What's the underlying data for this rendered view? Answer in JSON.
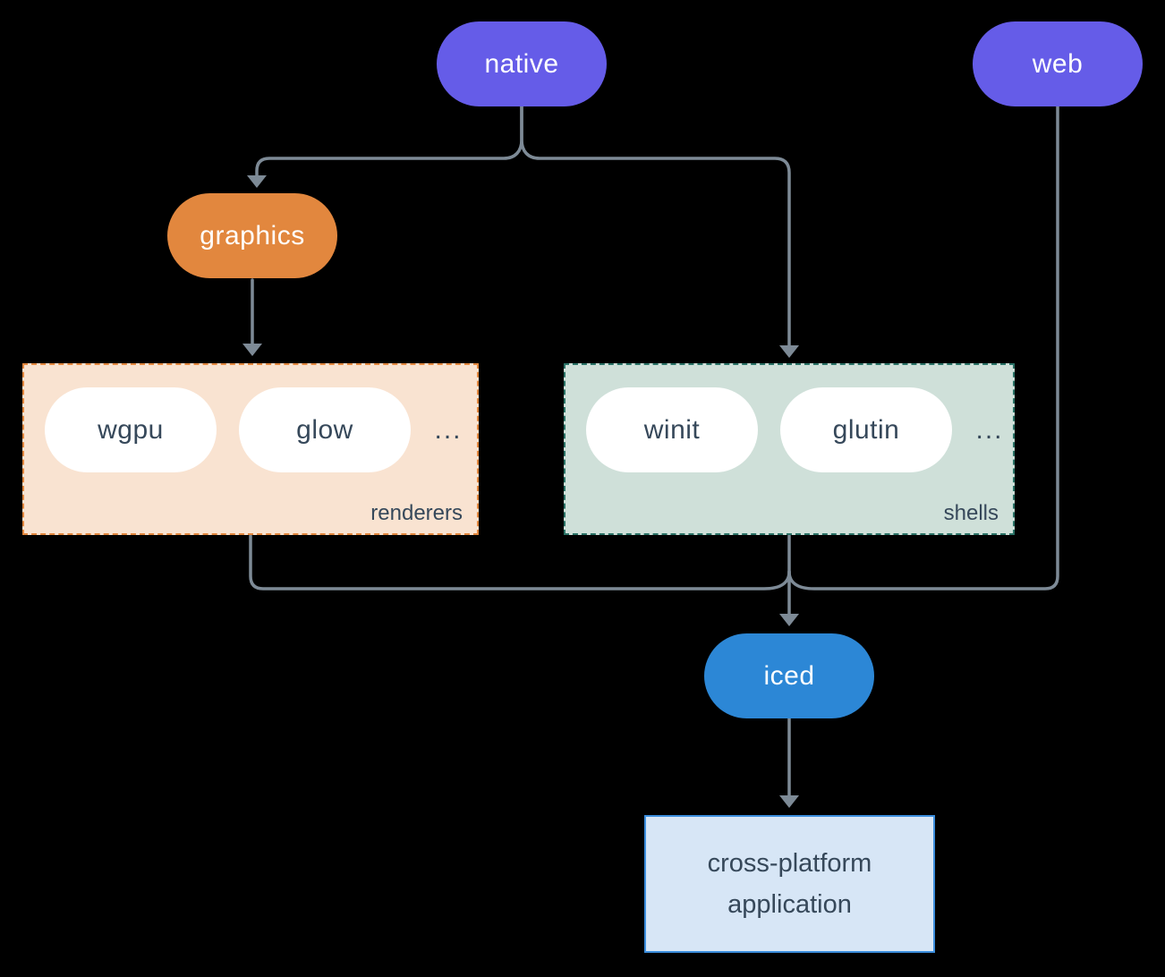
{
  "diagram": {
    "nodes": {
      "native": {
        "label": "native"
      },
      "web": {
        "label": "web"
      },
      "graphics": {
        "label": "graphics"
      },
      "iced": {
        "label": "iced"
      },
      "application": {
        "lines": [
          "cross-platform",
          "application"
        ]
      }
    },
    "groups": {
      "renderers": {
        "label": "renderers",
        "items": [
          "wgpu",
          "glow"
        ],
        "ellipsis": "..."
      },
      "shells": {
        "label": "shells",
        "items": [
          "winit",
          "glutin"
        ],
        "ellipsis": "..."
      }
    },
    "colors": {
      "background": "#000000",
      "node_purple": "#655CE8",
      "node_orange": "#E2873E",
      "node_blue": "#2C87D6",
      "renderers_fill": "#F9E3D1",
      "renderers_border": "#E2873E",
      "shells_fill": "#CFE0D9",
      "shells_border": "#2A7266",
      "app_fill": "#D7E6F6",
      "app_border": "#3C8EDD",
      "connector": "#7D8A96",
      "dark_text": "#36485A",
      "light_text": "#FFFFFF"
    }
  }
}
